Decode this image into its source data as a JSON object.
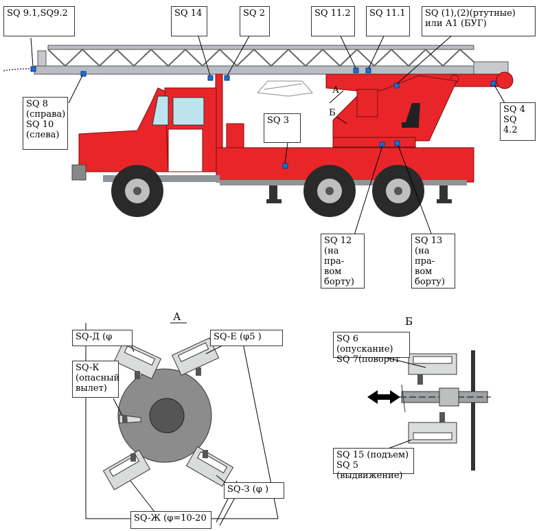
{
  "labels": {
    "sq91": "SQ 9.1,SQ9.2",
    "sq14": "SQ 14",
    "sq2": "SQ 2",
    "sq112": "SQ 11.2",
    "sq111": "SQ 11.1",
    "sq12_merc": "SQ (1),(2)(ртутные)\nили А1 (БУГ)",
    "sq8": "SQ 8\n(справа)\nSQ 10\n(слева)",
    "sq3": "SQ 3",
    "sq4": "SQ 4\nSQ 4.2",
    "sq12": "SQ 12\n(на пра-\nвом\nборту)",
    "sq13": "SQ 13\n(на пра-\nвом\nборту)"
  },
  "marks": {
    "a": "А",
    "b": "Б"
  },
  "detail_a": {
    "title": "А",
    "sq_d": "SQ-Д (φ",
    "sq_e": "SQ-Е (φ5 )",
    "sq_k": "SQ-К\n(опасный\nвылет)",
    "sq_z": "SQ-З (φ )",
    "sq_zh": "SQ-Ж (φ=10-20"
  },
  "detail_b": {
    "title": "Б",
    "top": "SQ 6 (опускание)\nSQ 7(поворот",
    "bottom": "SQ 15 (подъем)\nSQ 5 (выдвижение)"
  },
  "colors": {
    "body_red": "#e8262a",
    "boom_gray": "#a8aab0",
    "sensor_blue": "#1a6fd8",
    "disk_gray": "#8c8c8c"
  }
}
